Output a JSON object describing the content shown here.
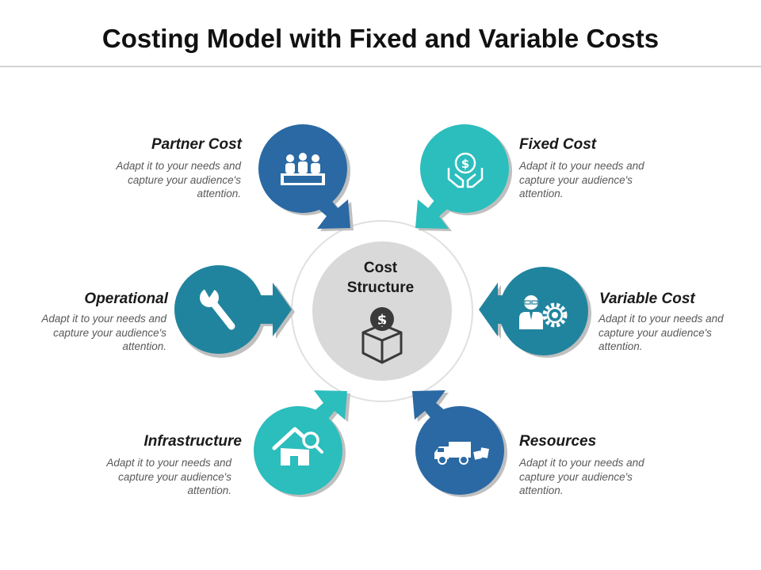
{
  "title": "Costing Model with Fixed and Variable Costs",
  "center": {
    "line1": "Cost",
    "line2": "Structure",
    "icon": "dollar-box-icon"
  },
  "items": [
    {
      "id": "partner-cost",
      "label": "Partner Cost",
      "desc": "Adapt it to your needs and capture your audience's attention.",
      "icon": "team-meeting-icon",
      "color": "#2a69a3"
    },
    {
      "id": "fixed-cost",
      "label": "Fixed Cost",
      "desc": "Adapt it to your needs and capture your audience's attention.",
      "icon": "hands-dollar-icon",
      "color": "#2cbdbd"
    },
    {
      "id": "operational",
      "label": "Operational",
      "desc": "Adapt it to your needs and capture your audience's attention.",
      "icon": "wrench-icon",
      "color": "#21849e"
    },
    {
      "id": "variable-cost",
      "label": "Variable Cost",
      "desc": "Adapt it to your needs and capture your audience's attention.",
      "icon": "person-gear-icon",
      "color": "#21849e"
    },
    {
      "id": "infrastructure",
      "label": "Infrastructure",
      "desc": "Adapt it to your needs and capture your audience's attention.",
      "icon": "house-search-icon",
      "color": "#2cbdbd"
    },
    {
      "id": "resources",
      "label": "Resources",
      "desc": "Adapt it to your needs and capture your audience's attention.",
      "icon": "delivery-truck-icon",
      "color": "#2a69a3"
    }
  ]
}
